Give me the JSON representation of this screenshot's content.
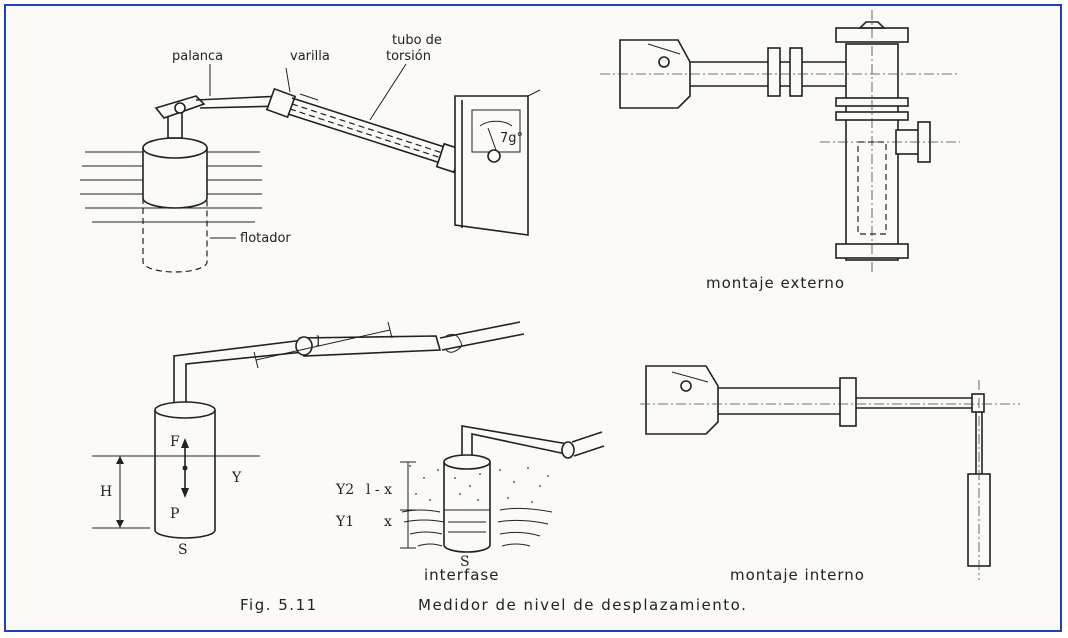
{
  "labels": {
    "palanca": "palanca",
    "varilla": "varilla",
    "tubo_de": "tubo de",
    "torsion": "torsión",
    "angle": "7g°",
    "flotador": "flotador",
    "montaje_externo": "montaje externo",
    "montaje_interno": "montaje interno",
    "length_l": "l",
    "force_F": "F",
    "weight_P": "P",
    "height_H": "H",
    "gamma": "Υ",
    "section_S_left": "S",
    "section_S_mid": "S",
    "gamma2": "Υ2",
    "l_minus_x": "l - x",
    "gamma1": "Υ1",
    "x": "x",
    "interfase": "interfase"
  },
  "caption": {
    "fig": "Fig. 5.11",
    "text": "Medidor de nivel de desplazamiento."
  },
  "colors": {
    "frame": "#1f3fbf",
    "ink": "#222222",
    "paper": "#fbfaf6"
  }
}
